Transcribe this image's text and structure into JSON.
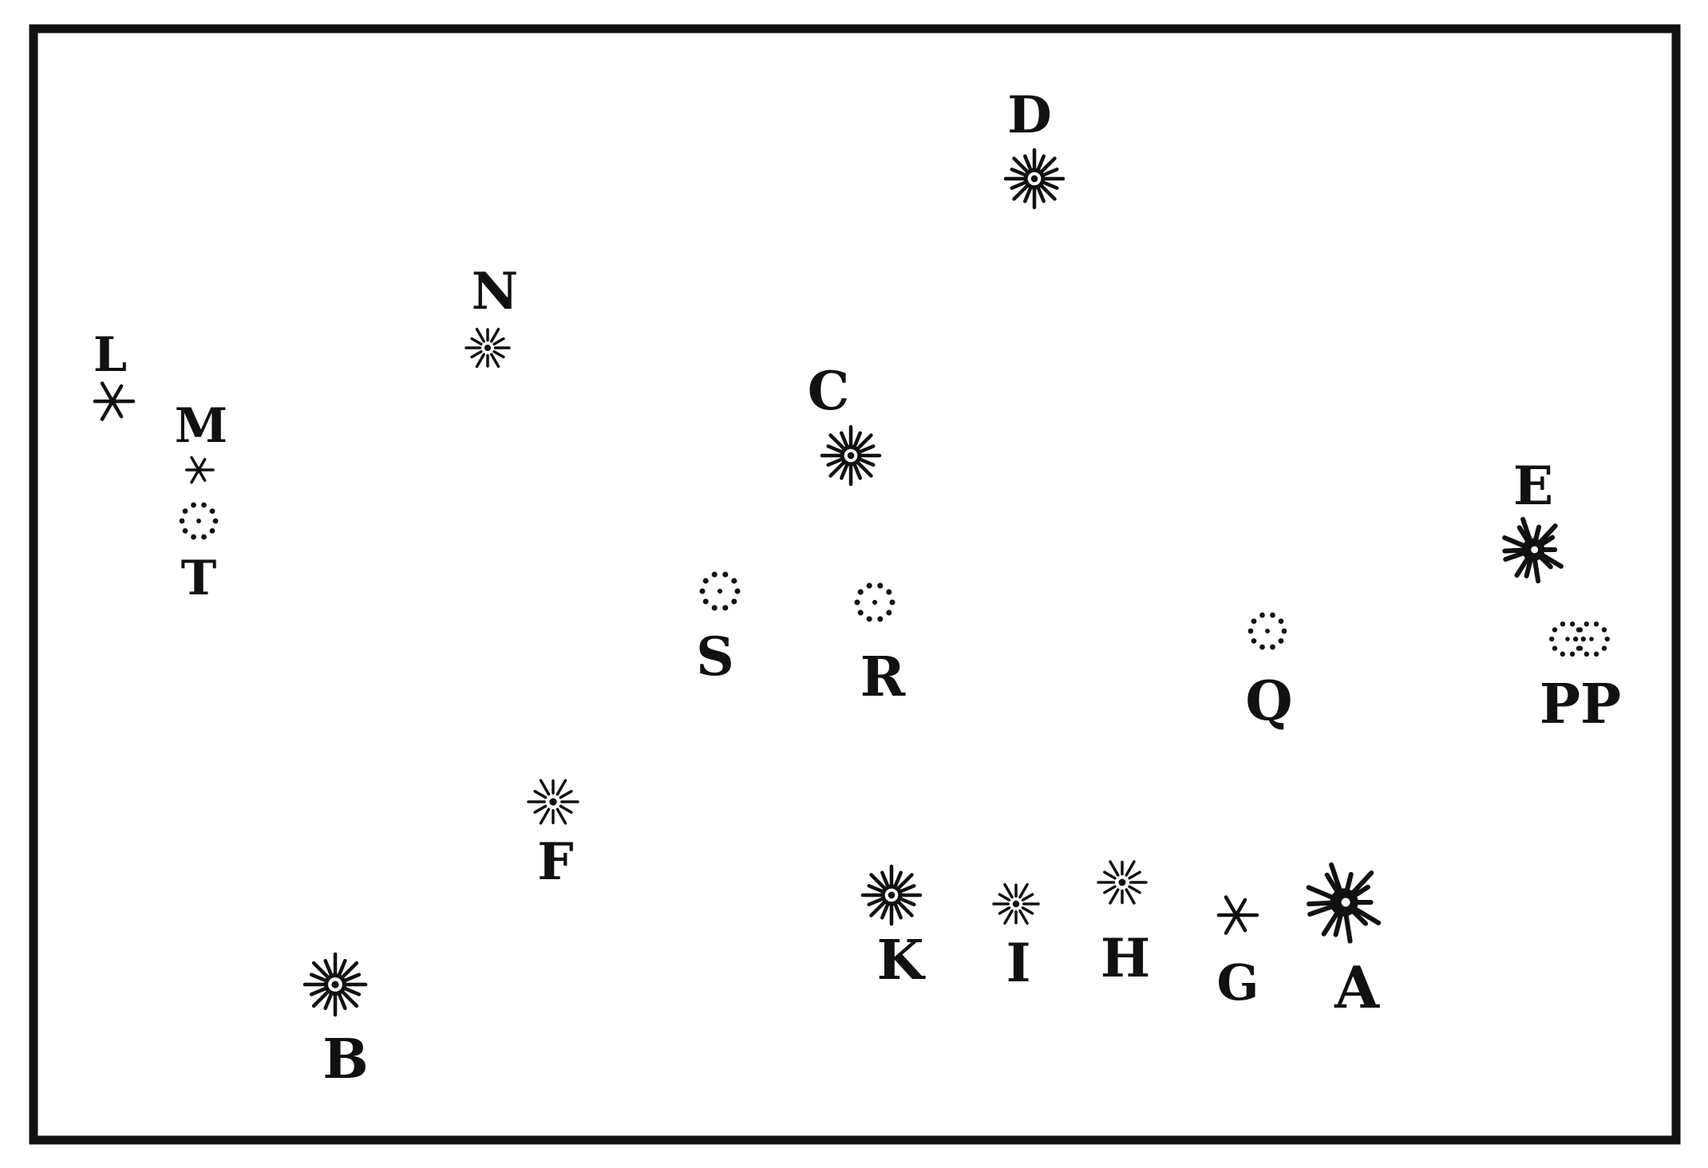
{
  "palette": {
    "ink": "#111111",
    "paper": "#ffffff"
  },
  "stars": [
    {
      "label": "D",
      "symbol": "rayed-star-large"
    },
    {
      "label": "N",
      "symbol": "rayed-star-small"
    },
    {
      "label": "L",
      "symbol": "plain-asterisk"
    },
    {
      "label": "M",
      "symbol": "small-asterisk"
    },
    {
      "label": "T",
      "symbol": "dotted-ring"
    },
    {
      "label": "C",
      "symbol": "rayed-star-large"
    },
    {
      "label": "E",
      "symbol": "spiky-star"
    },
    {
      "label": "S",
      "symbol": "dotted-ring"
    },
    {
      "label": "R",
      "symbol": "dotted-ring"
    },
    {
      "label": "Q",
      "symbol": "dotted-ring"
    },
    {
      "label": "PP",
      "symbol": "double-dotted-ring"
    },
    {
      "label": "F",
      "symbol": "rayed-star-small"
    },
    {
      "label": "K",
      "symbol": "rayed-star-large"
    },
    {
      "label": "I",
      "symbol": "rayed-star-small"
    },
    {
      "label": "H",
      "symbol": "rayed-star-small"
    },
    {
      "label": "G",
      "symbol": "plain-asterisk"
    },
    {
      "label": "A",
      "symbol": "spiky-star"
    },
    {
      "label": "B",
      "symbol": "rayed-star-large"
    }
  ]
}
